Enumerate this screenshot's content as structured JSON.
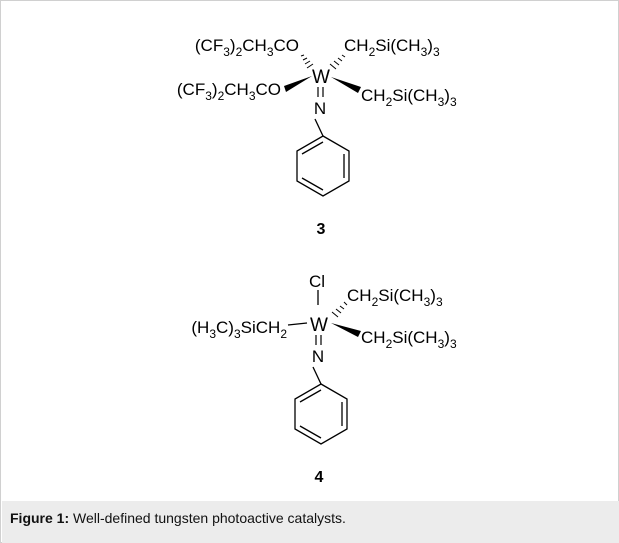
{
  "compound_3": {
    "number": "3",
    "ligand_alkoxide": [
      "(CF",
      "3",
      ")",
      "2",
      "CH",
      "3",
      "CO"
    ],
    "ligand_alkyl": [
      "CH",
      "2",
      "Si(CH",
      "3",
      ")",
      "3"
    ],
    "metal": "W",
    "nitrogen": "N"
  },
  "compound_4": {
    "number": "4",
    "chloride": "Cl",
    "ligand_left": [
      "(H",
      "3",
      "C)",
      "3",
      "SiCH",
      "2"
    ],
    "ligand_alkyl": [
      "CH",
      "2",
      "Si(CH",
      "3",
      ")",
      "3"
    ],
    "metal": "W",
    "nitrogen": "N"
  },
  "caption": {
    "label": "Figure 1:",
    "text": " Well-defined tungsten photoactive catalysts."
  }
}
